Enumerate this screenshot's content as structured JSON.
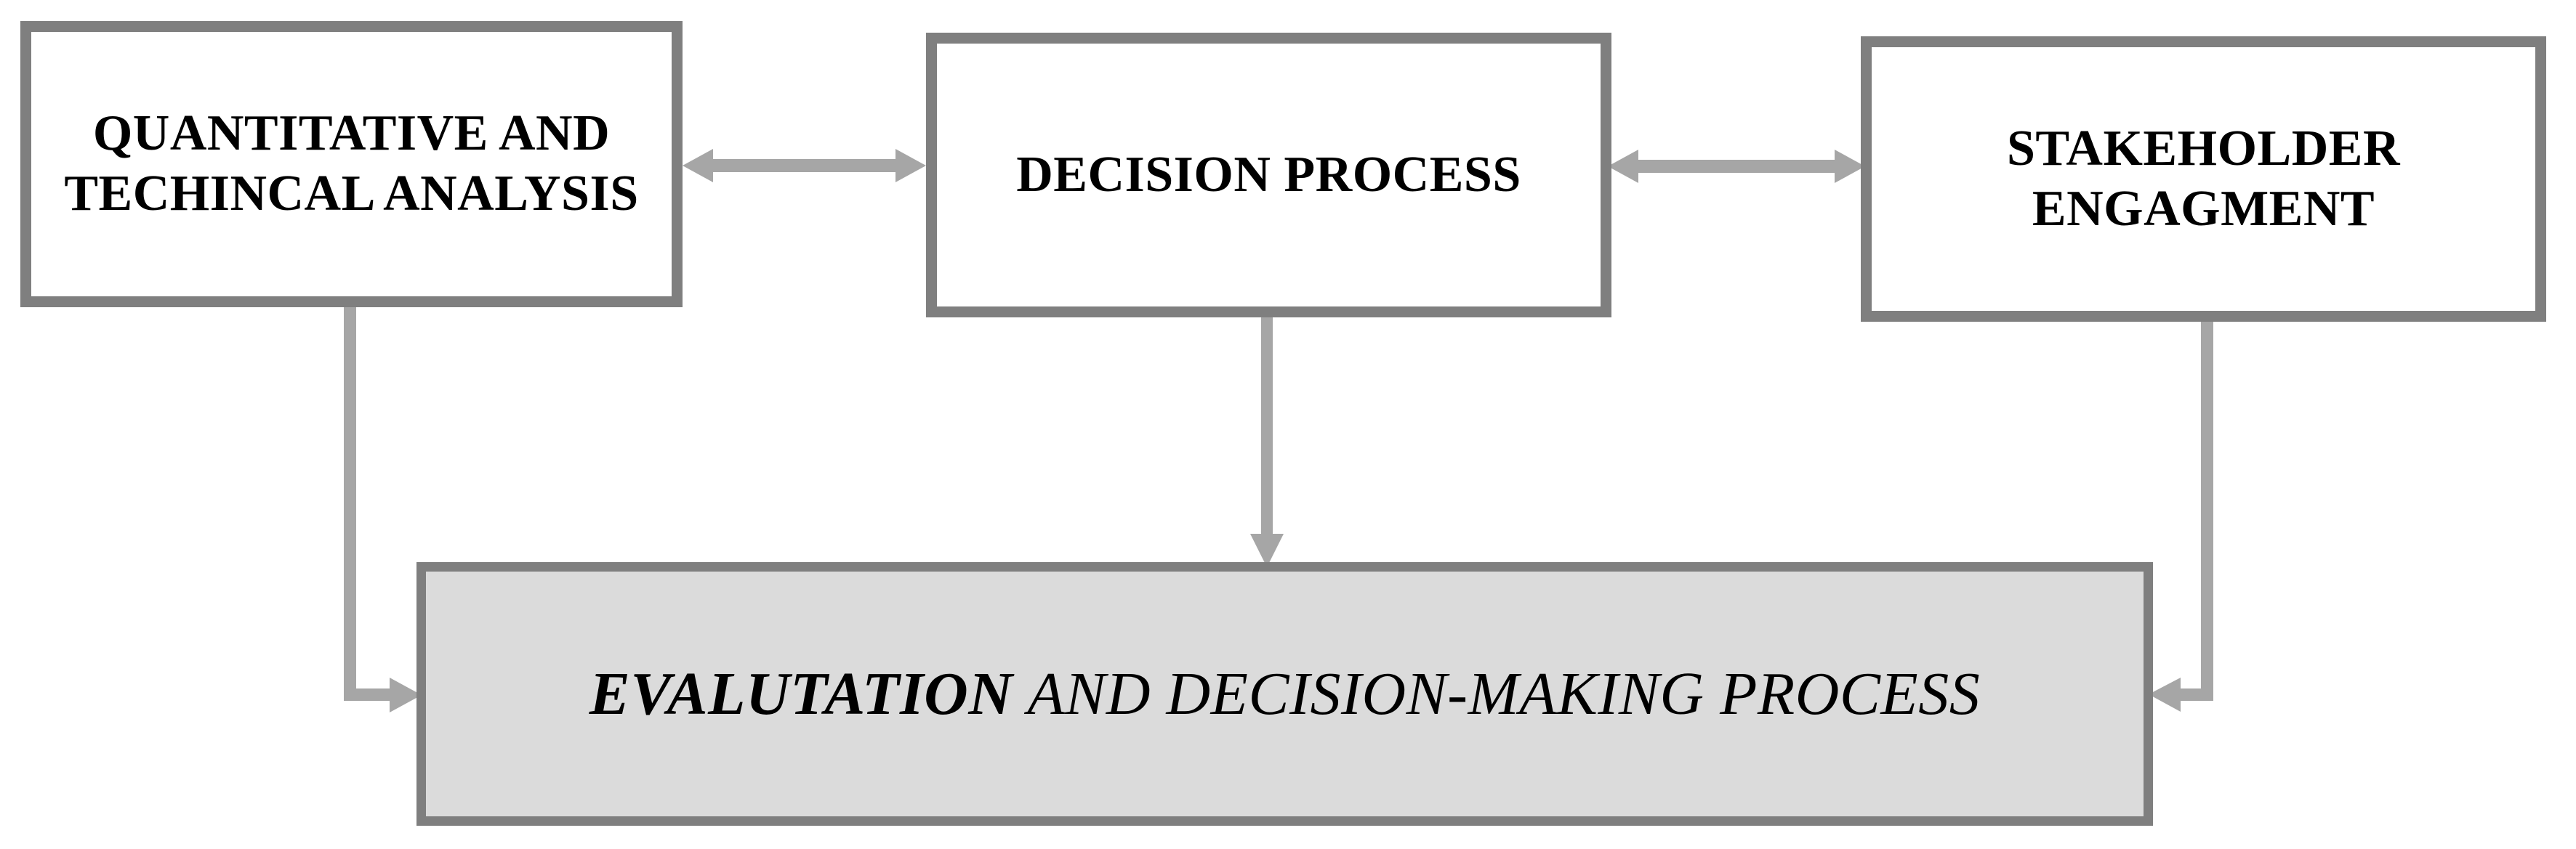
{
  "diagram": {
    "colors": {
      "background": "#ffffff",
      "box-fill": "#ffffff",
      "box-border": "#7f7f7f",
      "arrow": "#a6a6a6",
      "bottom-fill": "#dbdbdb",
      "text": "#000000"
    },
    "boxes": [
      {
        "name": "quantitative-technical-analysis",
        "lines": [
          "QUANTITATIVE AND",
          "TECHINCAL ANALYSIS"
        ]
      },
      {
        "name": "decision-process",
        "lines": [
          "DECISION PROCESS"
        ]
      },
      {
        "name": "stakeholder-engagement",
        "lines": [
          "STAKEHOLDER",
          "ENGAGMENT"
        ]
      }
    ],
    "bottom_box": {
      "name": "evaluation-and-decision-making-process",
      "emphasis": "EVALUTATION",
      "rest": " AND DECISION-MAKING PROCESS"
    },
    "connectors": [
      {
        "name": "arrow-analysis-decision",
        "type": "double-headed"
      },
      {
        "name": "arrow-decision-stakeholder",
        "type": "double-headed"
      },
      {
        "name": "arrow-analysis-to-evaluation",
        "type": "elbow-down-right"
      },
      {
        "name": "arrow-decision-to-evaluation",
        "type": "straight-down"
      },
      {
        "name": "arrow-stakeholder-to-evaluation",
        "type": "elbow-down-left"
      }
    ]
  }
}
